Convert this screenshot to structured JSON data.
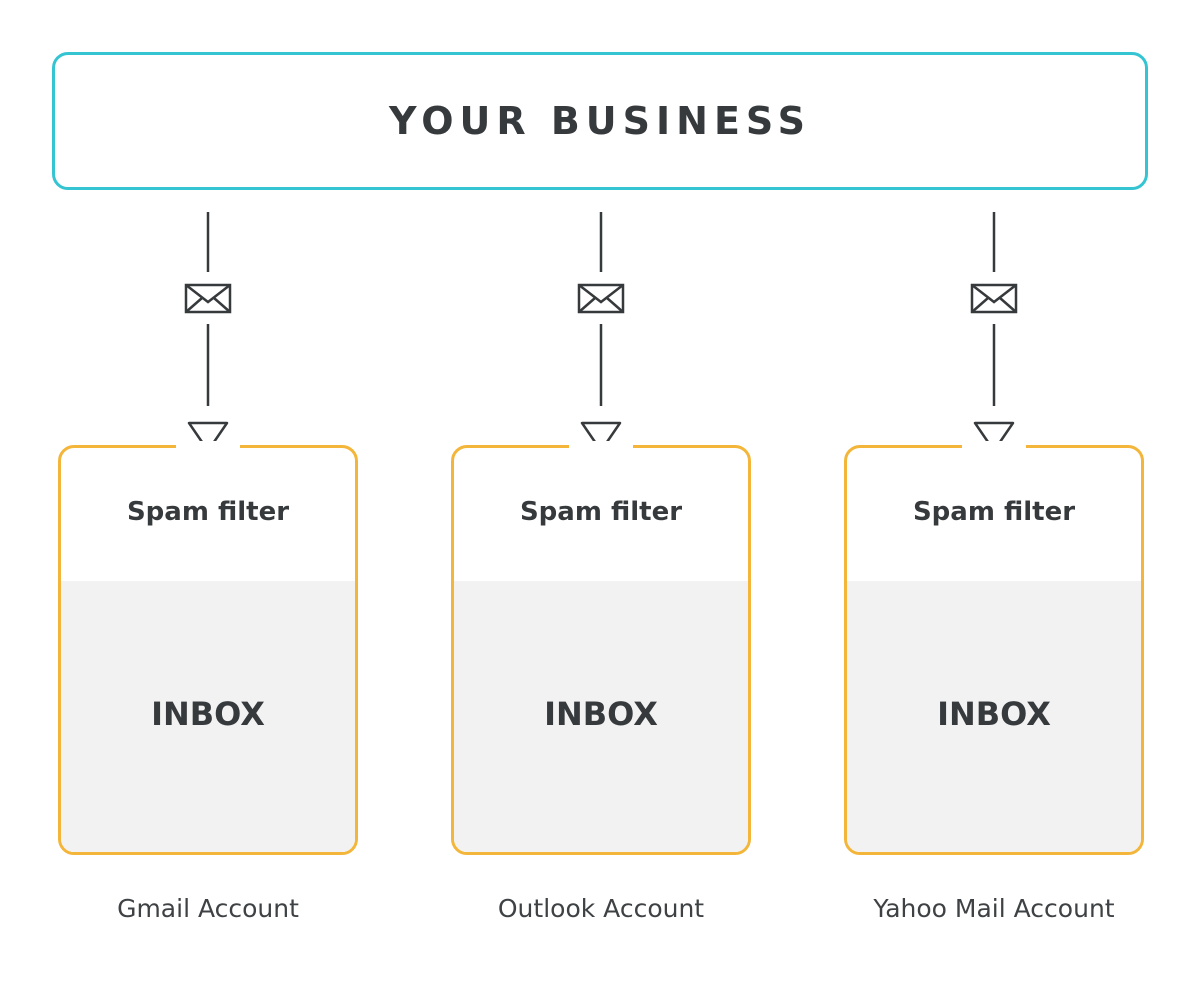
{
  "business": {
    "title": "YOUR BUSINESS"
  },
  "colors": {
    "business_border": "#35c4d2",
    "account_border": "#f3b63a",
    "inbox_fill": "#f2f2f2",
    "text": "#373a3c",
    "line": "#373a3c"
  },
  "icons": {
    "mail": "envelope-icon",
    "filter": "funnel-icon"
  },
  "accounts": [
    {
      "filter_label": "Spam filter",
      "inbox_label": "INBOX",
      "account_label": "Gmail Account"
    },
    {
      "filter_label": "Spam filter",
      "inbox_label": "INBOX",
      "account_label": "Outlook Account"
    },
    {
      "filter_label": "Spam filter",
      "inbox_label": "INBOX",
      "account_label": "Yahoo Mail Account"
    }
  ]
}
